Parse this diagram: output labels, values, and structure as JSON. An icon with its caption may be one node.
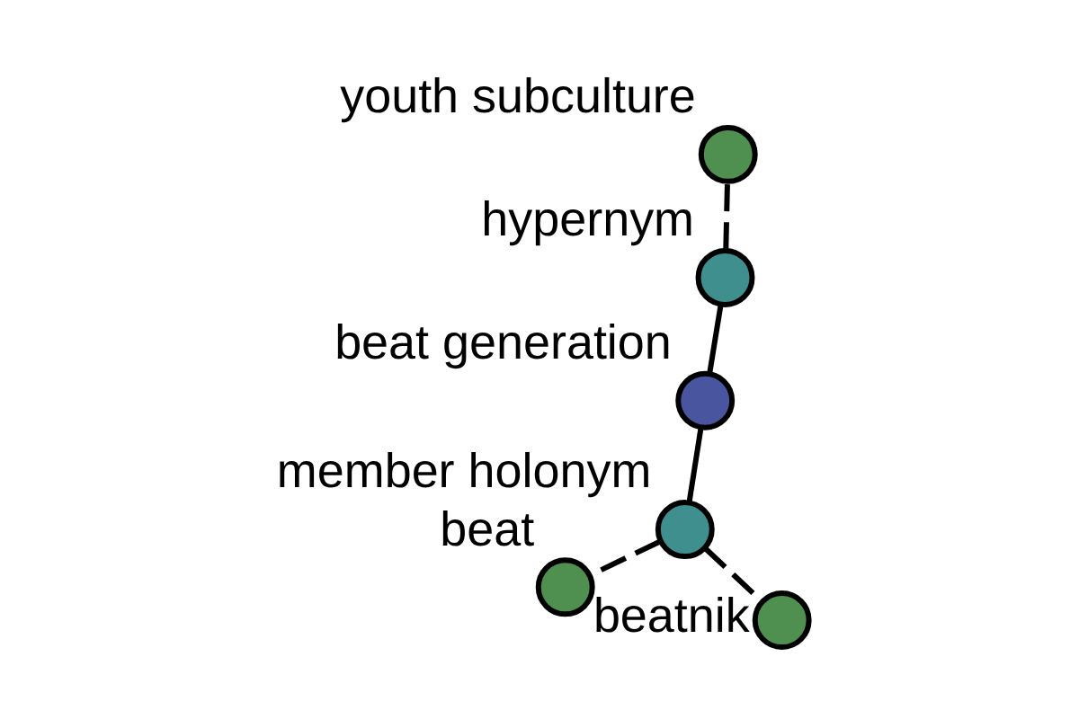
{
  "diagram": {
    "nodes": [
      {
        "text": [
          "beat"
        ]
      },
      {
        "text": [
          "member holonym"
        ]
      },
      {
        "text": [
          "beatnik"
        ]
      },
      {
        "text": [
          "beat generation"
        ]
      },
      {
        "text": [
          "hypernym"
        ]
      },
      {
        "text": [
          "youth subculture"
        ]
      }
    ],
    "edges": [
      {
        "from": 3,
        "to": 1,
        "arrow": "none"
      },
      {
        "from": 1,
        "to": 0,
        "arrow": "none",
        "style": "dashed"
      },
      {
        "from": 1,
        "to": 2,
        "arrow": "none",
        "style": "dashed"
      },
      {
        "from": 3,
        "to": 4,
        "arrow": "none"
      },
      {
        "from": 4,
        "to": 5,
        "arrow": "none",
        "style": "dashed"
      }
    ]
  }
}
